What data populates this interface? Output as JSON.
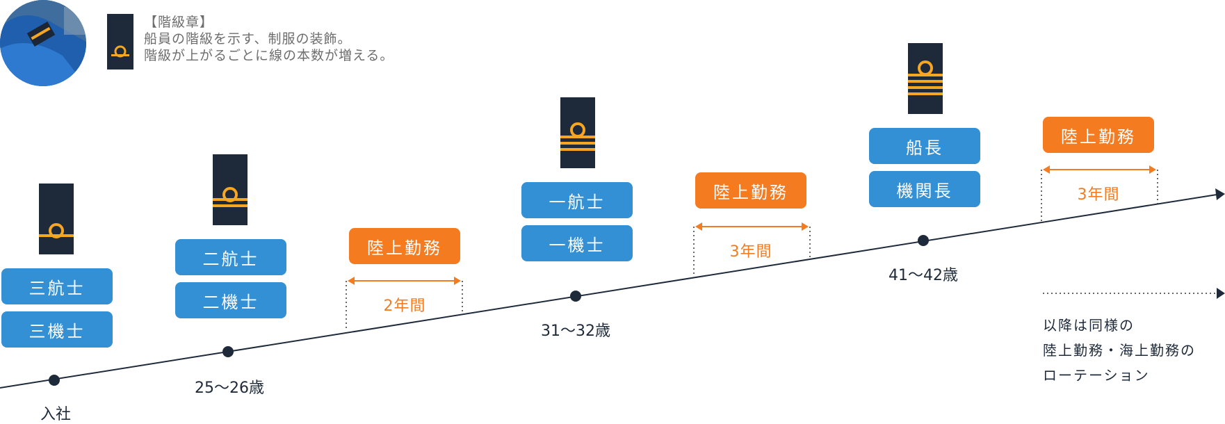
{
  "legend": {
    "title": "【階級章】",
    "line1": "船員の階級を示す、制服の装飾。",
    "line2": "階級が上がるごとに線の本数が増える。"
  },
  "colors": {
    "navy": "#1e2a3a",
    "gold": "#f5a623",
    "rank_blue": "#3390d5",
    "land_orange": "#f47b20"
  },
  "stages": [
    {
      "age": "入社",
      "ranks": [
        "三航士",
        "三機士"
      ]
    },
    {
      "age": "25～26歳",
      "ranks": [
        "二航士",
        "二機士"
      ]
    },
    {
      "age": "31～32歳",
      "ranks": [
        "一航士",
        "一機士"
      ]
    },
    {
      "age": "41～42歳",
      "ranks": [
        "船長",
        "機関長"
      ]
    }
  ],
  "land_duty": [
    {
      "label": "陸上勤務",
      "duration": "2年間"
    },
    {
      "label": "陸上勤務",
      "duration": "3年間"
    },
    {
      "label": "陸上勤務",
      "duration": "3年間"
    }
  ],
  "note": {
    "line1": "以降は同様の",
    "line2": "陸上勤務・海上勤務の",
    "line3": "ローテーション"
  }
}
